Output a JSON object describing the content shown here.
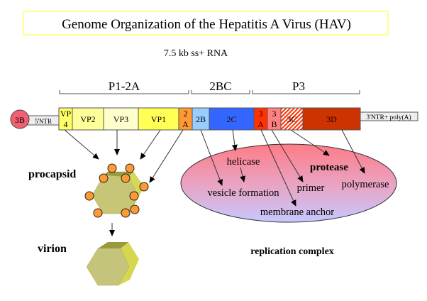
{
  "title": "Genome Organization of the Hepatitis A Virus (HAV)",
  "subtitle": "7.5 kb ss+ RNA",
  "polyprotein_regions": [
    {
      "id": "p1-2a",
      "label": "P1-2A"
    },
    {
      "id": "2bc",
      "label": "2BC"
    },
    {
      "id": "p3",
      "label": "P3"
    }
  ],
  "genome": {
    "vpg": {
      "label": "3B",
      "color": "#f06070"
    },
    "five_ntr": {
      "label": "5'NTR"
    },
    "three_ntr": {
      "label": "3'NTR+ poly(A)"
    },
    "segments": [
      {
        "id": "vp4",
        "line1": "VP",
        "line2": "4",
        "color": "#ffff66"
      },
      {
        "id": "vp2",
        "line1": "VP2",
        "line2": "",
        "color": "#ffff99"
      },
      {
        "id": "vp3",
        "line1": "VP3",
        "line2": "",
        "color": "#ffffcc"
      },
      {
        "id": "vp1",
        "line1": "VP1",
        "line2": "",
        "color": "#ffff55"
      },
      {
        "id": "2a",
        "line1": "2",
        "line2": "A",
        "color": "#ff9933"
      },
      {
        "id": "2b",
        "line1": "2B",
        "line2": "",
        "color": "#99ccff"
      },
      {
        "id": "2c",
        "line1": "2C",
        "line2": "",
        "color": "#3366ff"
      },
      {
        "id": "3a",
        "line1": "3",
        "line2": "A",
        "color": "#ff3300"
      },
      {
        "id": "3b",
        "line1": "3",
        "line2": "B",
        "color": "#ff8080"
      },
      {
        "id": "3c",
        "line1": "3C",
        "line2": "",
        "color": "hatched"
      },
      {
        "id": "3d",
        "line1": "3D",
        "line2": "",
        "color": "#cc3300"
      }
    ]
  },
  "labels": {
    "procapsid": "procapsid",
    "virion": "virion",
    "replication_complex": "replication complex"
  },
  "replication_functions": {
    "helicase": "helicase",
    "vesicle_formation": "vesicle formation",
    "protease": "protease",
    "primer": "primer",
    "polymerase": "polymerase",
    "membrane_anchor": "membrane anchor"
  },
  "colors": {
    "title_border": "#ffff66",
    "capsid": "#c8c87a",
    "capsid_top": "#9a9a40",
    "capsid_side": "#d8d858",
    "capsid_dots": "#ff9933",
    "ellipse_top": "#ff7f88",
    "ellipse_bottom": "#c8c8ff"
  }
}
